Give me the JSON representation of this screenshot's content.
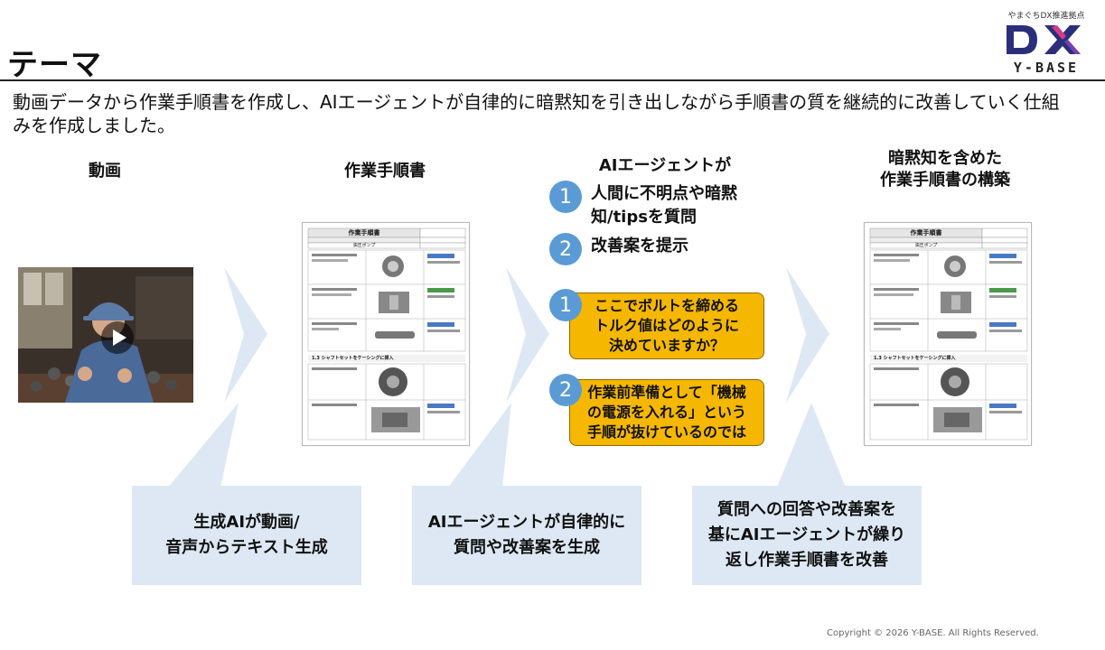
{
  "header": {
    "title": "テーマ",
    "logo_caption": "やまぐちDX推進拠点",
    "logo_name": "Y-BASE"
  },
  "intro": "動画データから作業手順書を作成し、AIエージェントが自律的に暗黙知を引き出しながら手順書の質を継続的に改善していく仕組みを作成しました。",
  "columns": {
    "video_head": "動画",
    "doc_head": "作業手順書",
    "agent_head": "AIエージェントが",
    "final_head_line1": "暗黙知を含めた",
    "final_head_line2": "作業手順書の構築"
  },
  "agent_steps": [
    {
      "num": "1",
      "line1": "人間に不明点や暗黙",
      "line2": "知/tipsを質問"
    },
    {
      "num": "2",
      "line1": "改善案を提示",
      "line2": ""
    }
  ],
  "bubbles": [
    {
      "num": "1",
      "line1": "ここでボルトを締める",
      "line2": "トルク値はどのように",
      "line3": "決めていますか？"
    },
    {
      "num": "2",
      "line1": "作業前準備として「機械",
      "line2": "の電源を入れる」という",
      "line3": "手順が抜けているのでは"
    }
  ],
  "callouts": [
    {
      "line1": "生成AIが動画/",
      "line2": "音声からテキスト生成",
      "line3": ""
    },
    {
      "line1": "AIエージェントが自律的に",
      "line2": "質問や改善案を生成",
      "line3": ""
    },
    {
      "line1": "質問への回答や改善案を",
      "line2": "基にAIエージェントが繰り",
      "line3": "返し作業手順書を改善"
    }
  ],
  "doc_thumbnail": {
    "title": "作業手順書",
    "product": "油圧ポンプ",
    "section": "1.3 シャフトセットをケーシングに挿入"
  },
  "copyright": "Copyright © 2026 Y-BASE. All Rights Reserved.",
  "colors": {
    "accent_blue": "#5b9bd5",
    "bubble_yellow": "#f5b700",
    "callout_bg": "#dde8f4",
    "arrow_bg": "#dde8f4"
  }
}
